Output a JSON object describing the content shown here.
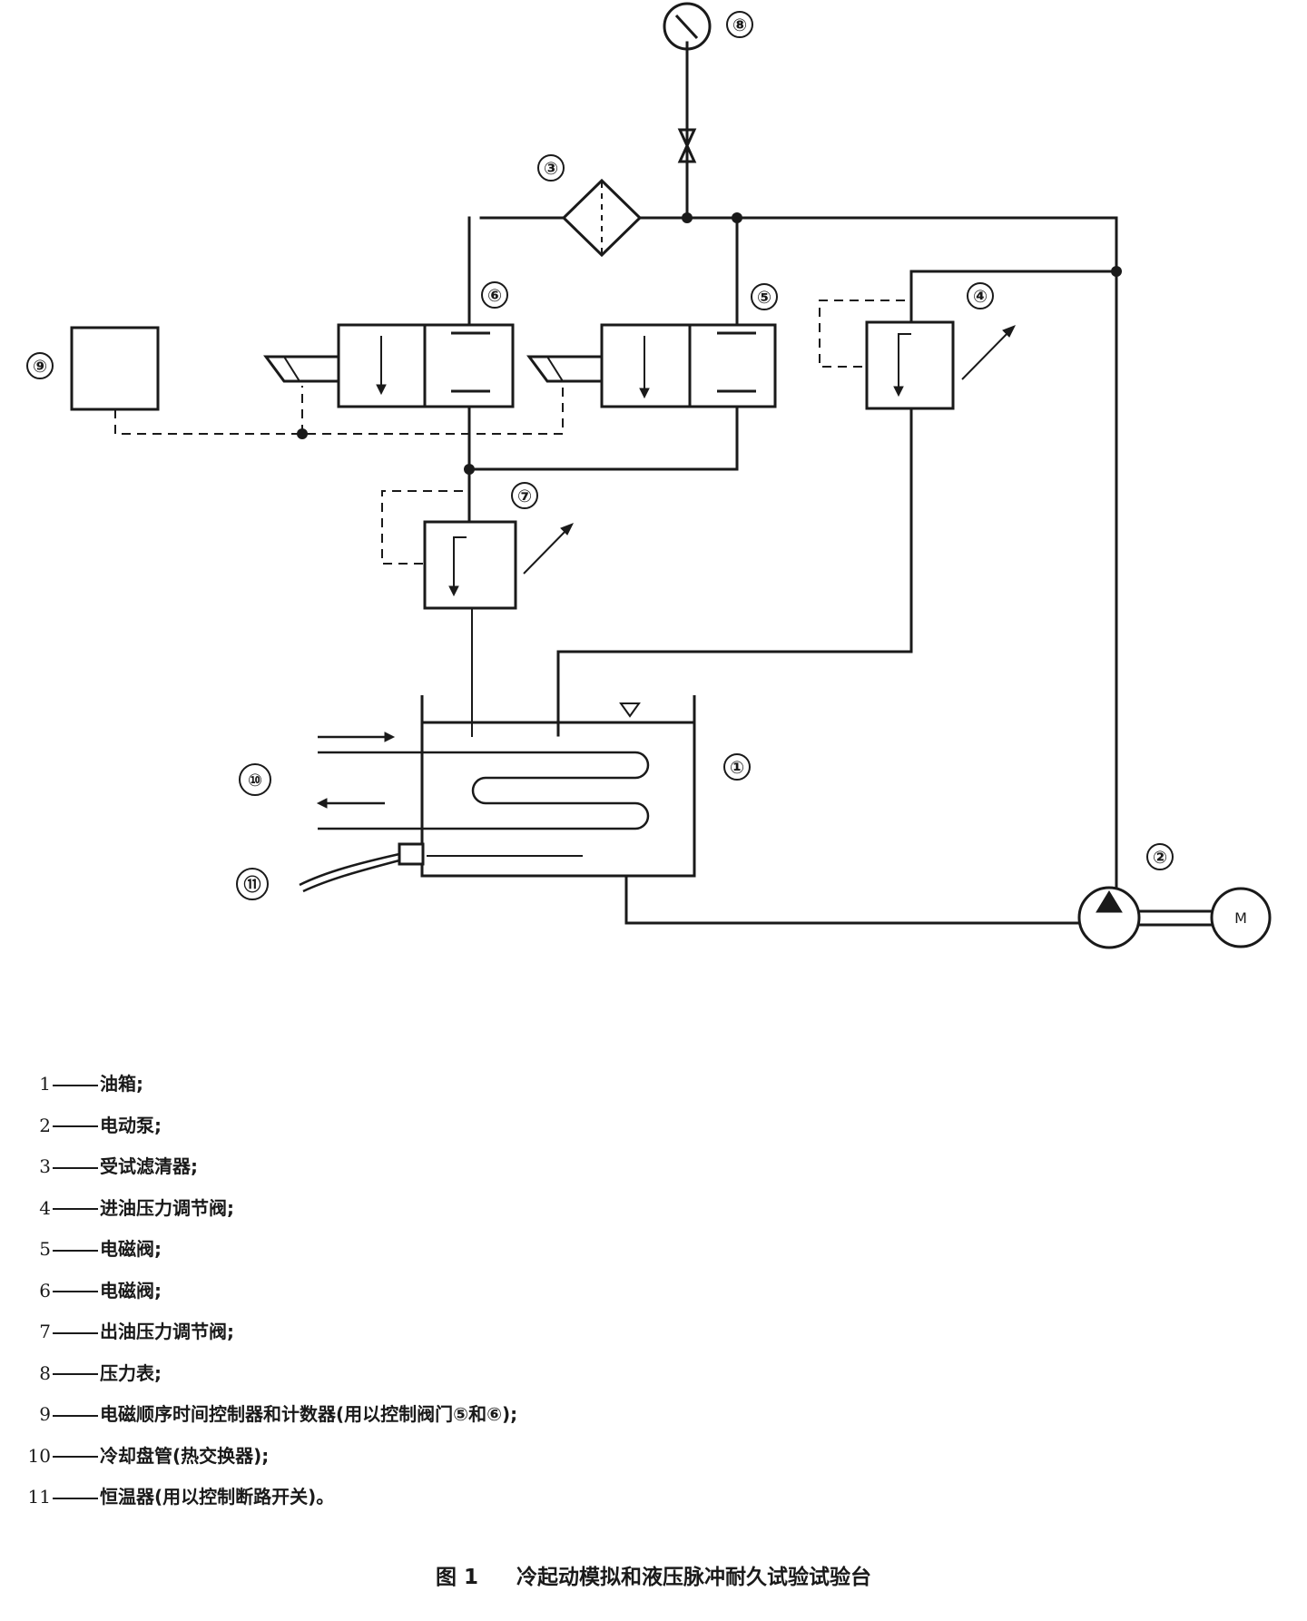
{
  "callouts": [
    "①",
    "②",
    "③",
    "④",
    "⑤",
    "⑥",
    "⑦",
    "⑧",
    "⑨",
    "⑩",
    "⑪"
  ],
  "motor_label": "M",
  "legend": [
    {
      "num": "1",
      "text": "油箱;"
    },
    {
      "num": "2",
      "text": "电动泵;"
    },
    {
      "num": "3",
      "text": "受试滤清器;"
    },
    {
      "num": "4",
      "text": "进油压力调节阀;"
    },
    {
      "num": "5",
      "text": "电磁阀;"
    },
    {
      "num": "6",
      "text": "电磁阀;"
    },
    {
      "num": "7",
      "text": "出油压力调节阀;"
    },
    {
      "num": "8",
      "text": "压力表;"
    },
    {
      "num": "9",
      "text": "电磁顺序时间控制器和计数器(用以控制阀门⑤和⑥);"
    },
    {
      "num": "10",
      "text": "冷却盘管(热交换器);"
    },
    {
      "num": "11",
      "text": "恒温器(用以控制断路开关)。"
    }
  ],
  "caption": {
    "figure_no": "图 1",
    "title": "冷起动模拟和液压脉冲耐久试验试验台"
  }
}
